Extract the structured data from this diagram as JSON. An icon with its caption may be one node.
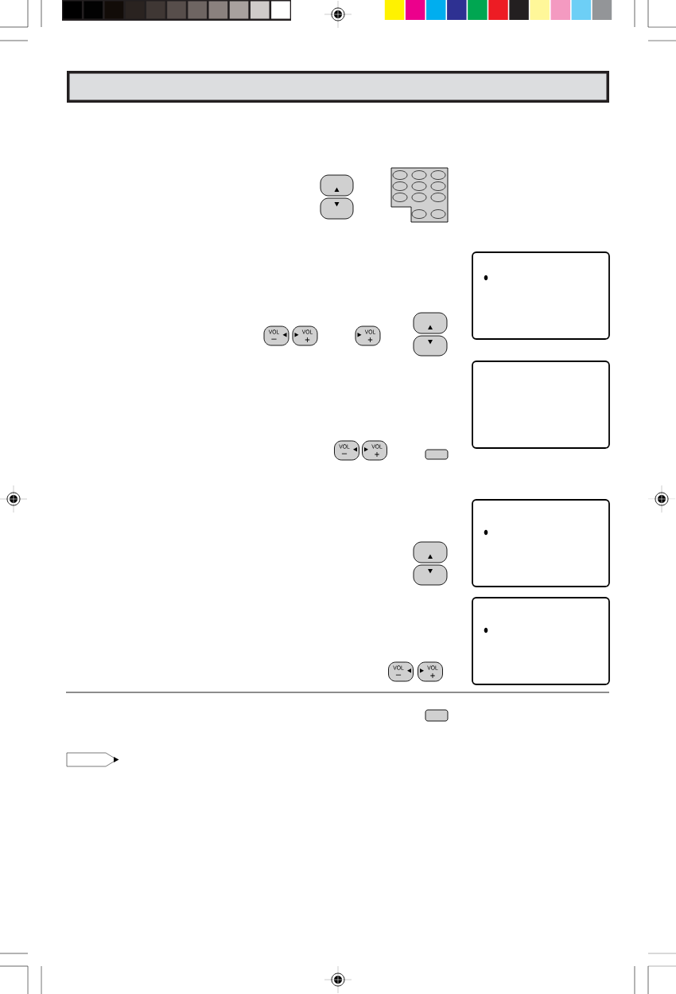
{
  "diagram": {
    "nodes": [
      {
        "text": [
          "VOL",
          "–"
        ]
      },
      {
        "text": [
          "VOL",
          "+"
        ]
      },
      {
        "text": [
          "VOL",
          "+"
        ]
      },
      {
        "text": [
          "VOL",
          "–"
        ]
      },
      {
        "text": [
          "VOL",
          "+"
        ]
      },
      {
        "text": [
          "VOL",
          "–"
        ]
      },
      {
        "text": [
          "VOL",
          "+"
        ]
      }
    ]
  }
}
